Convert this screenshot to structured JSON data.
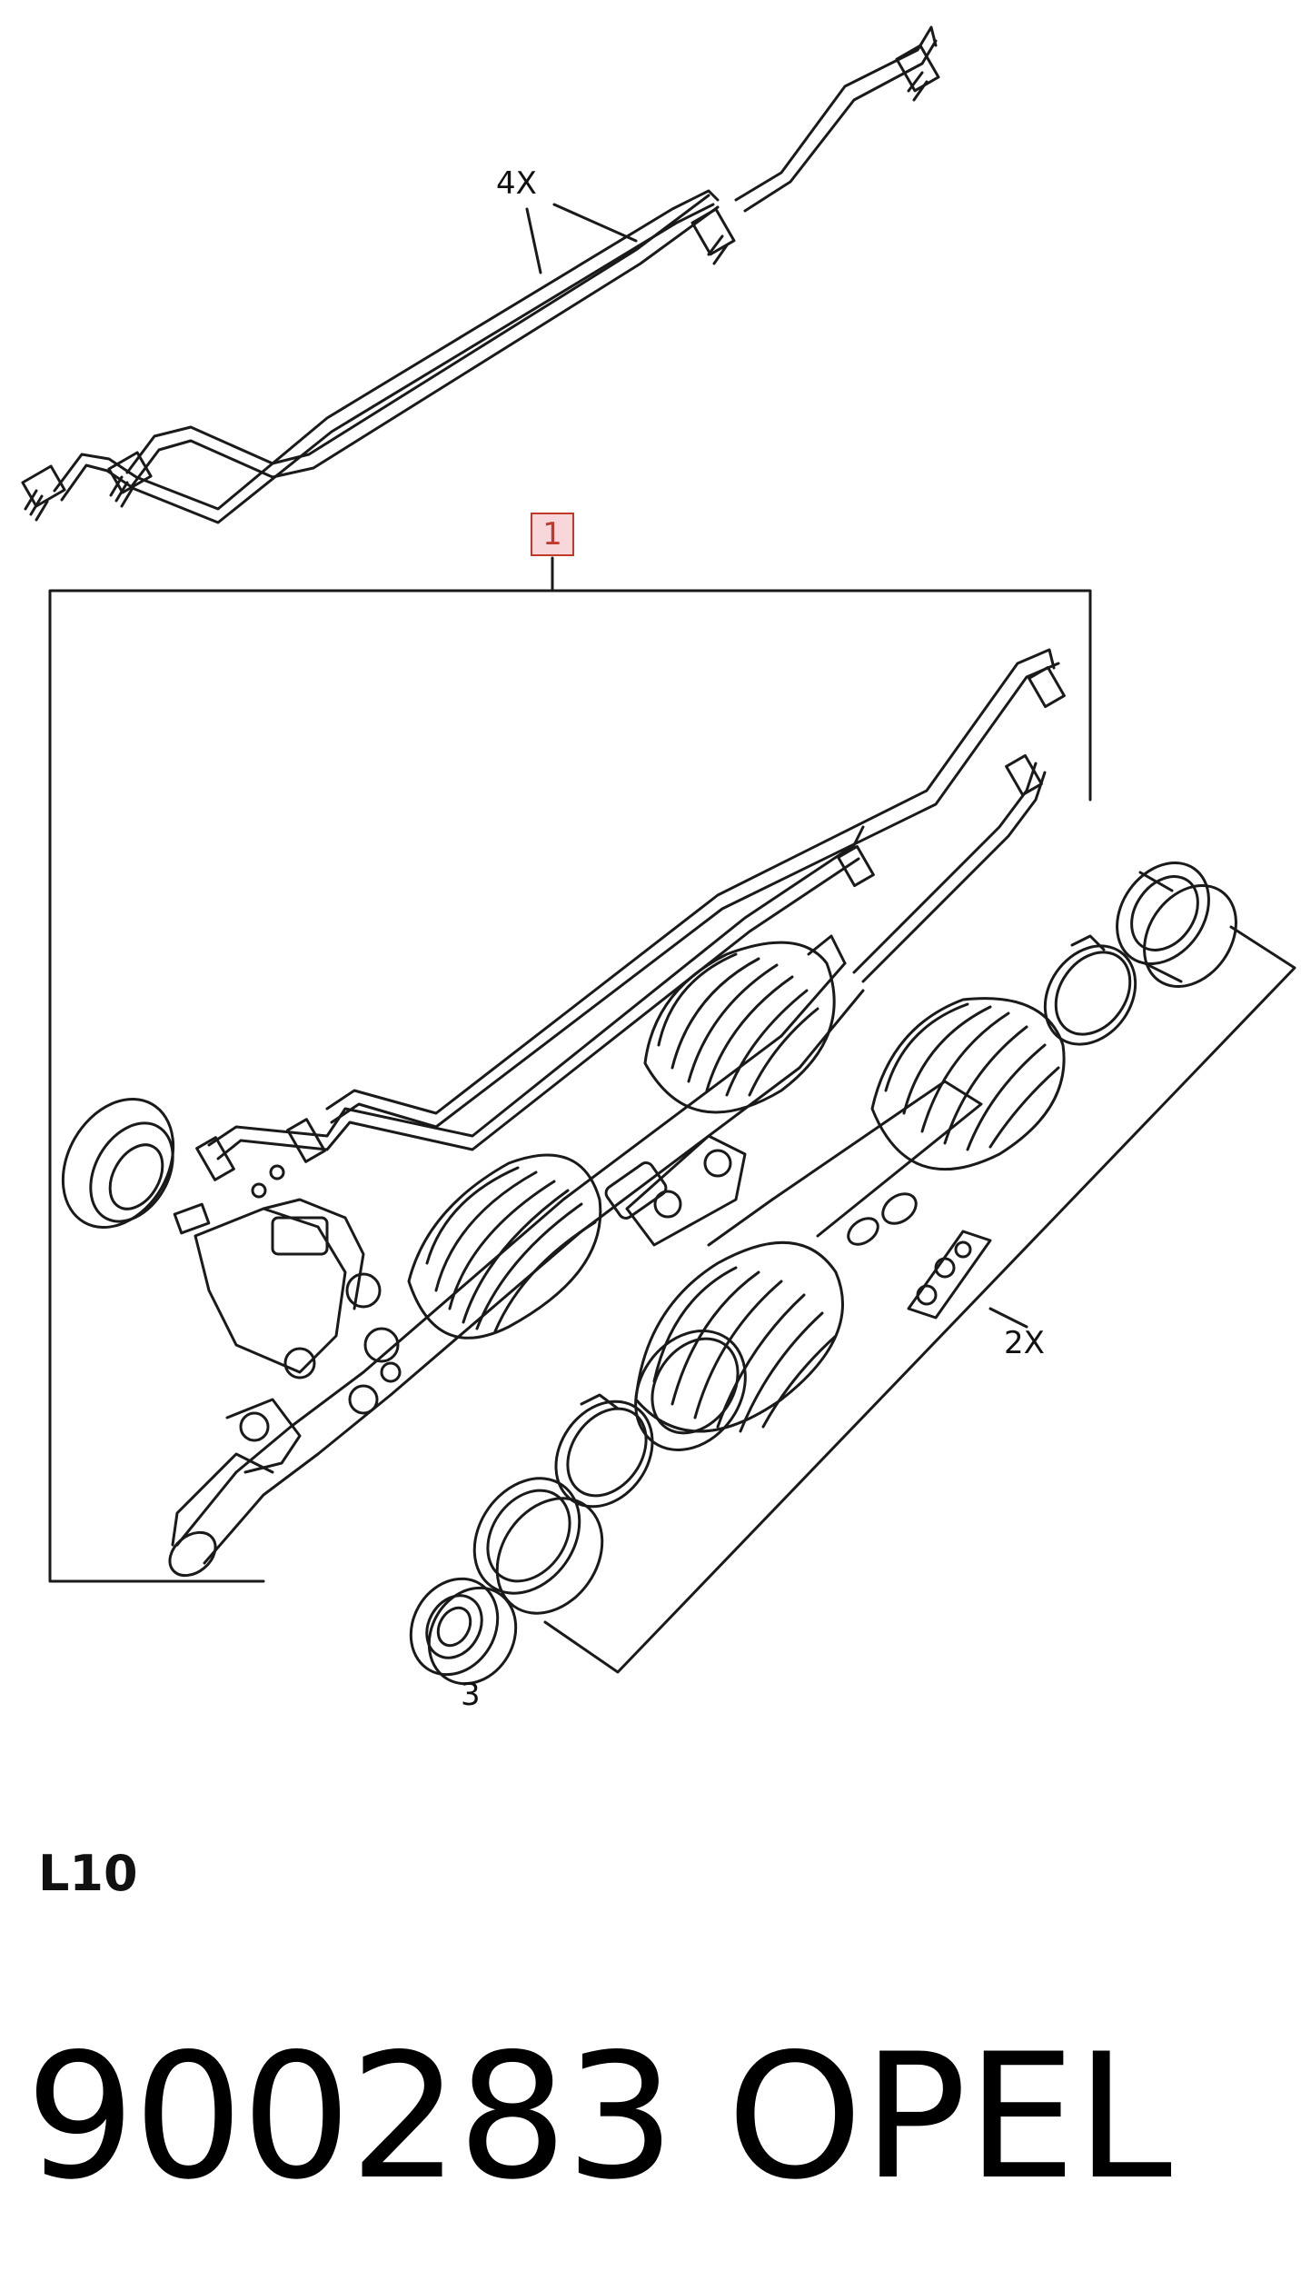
{
  "labels": {
    "item_1": "1",
    "qty_4x": "4X",
    "qty_2x": "2X",
    "item_3": "3"
  },
  "section_code": "L10",
  "part_number": "900283",
  "brand": "OPEL",
  "colors": {
    "line": "#1a1a1a",
    "highlight_fill": "#f8d7da",
    "highlight_border": "#c0392b"
  }
}
